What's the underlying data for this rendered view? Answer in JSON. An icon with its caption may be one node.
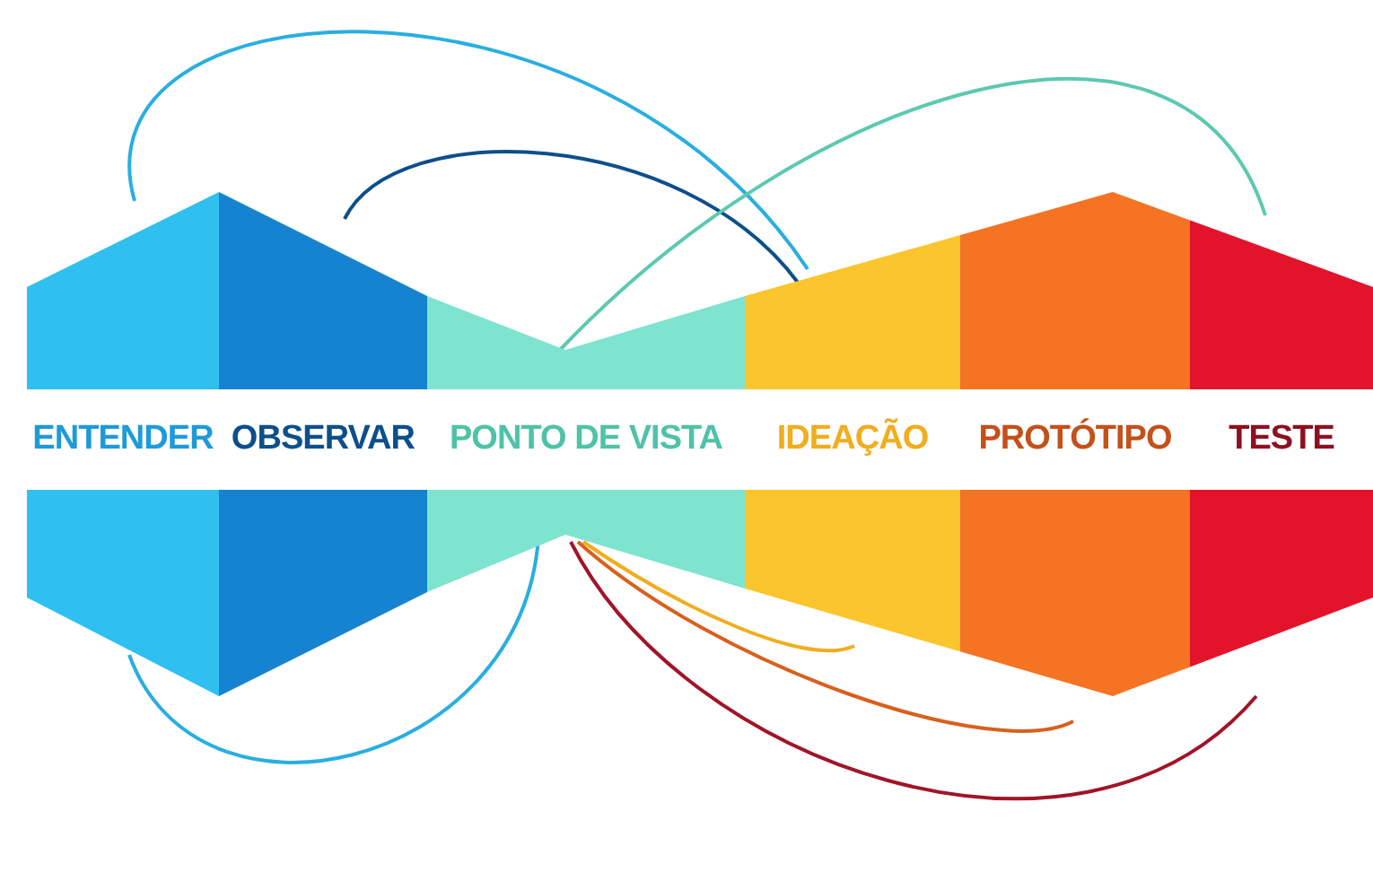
{
  "diagram": {
    "nodes": [
      {
        "text": [
          "ENTENDER"
        ]
      },
      {
        "text": [
          "OBSERVAR"
        ]
      },
      {
        "text": [
          "PONTO DE VISTA"
        ]
      },
      {
        "text": [
          "IDEAÇÃO"
        ]
      },
      {
        "text": [
          "PROTÓTIPO"
        ]
      },
      {
        "text": [
          "TESTE"
        ]
      }
    ]
  }
}
